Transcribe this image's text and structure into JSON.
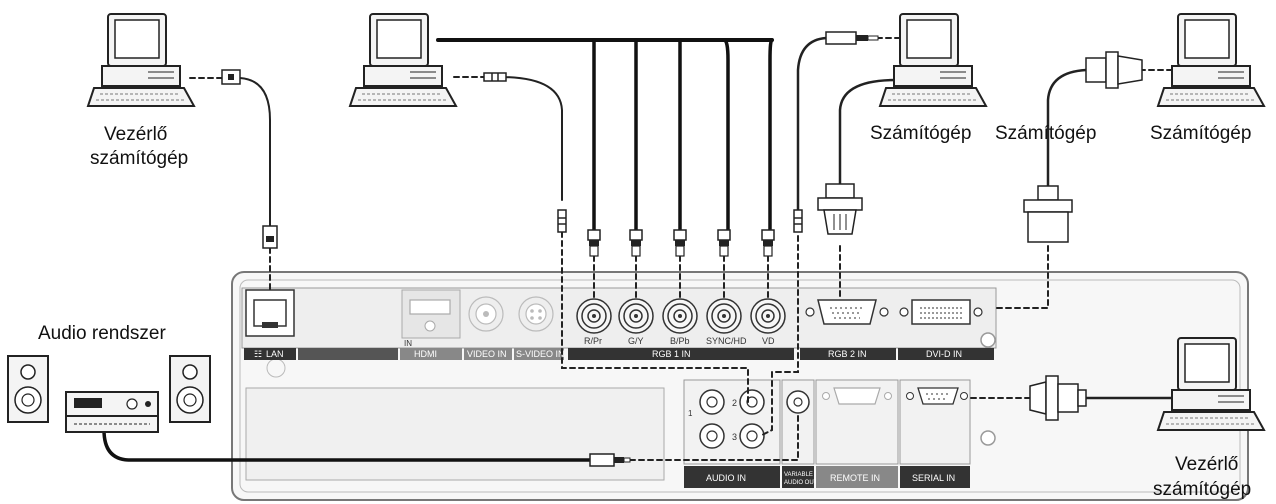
{
  "labels": {
    "control_pc_left_line1": "Vezérlő",
    "control_pc_left_line2": "számítógép",
    "computer_1": "Számítógép",
    "computer_2": "Számítógép",
    "computer_3": "Számítógép",
    "audio_system": "Audio rendszer",
    "control_pc_right_line1": "Vezérlő",
    "control_pc_right_line2": "számítógép"
  },
  "ports": {
    "lan": "LAN",
    "hdmi": "HDMI",
    "hdmi_in": "IN",
    "video_in": "VIDEO IN",
    "svideo_in": "S-VIDEO IN",
    "rgb1_in": "RGB 1 IN",
    "rgb2_in": "RGB 2 IN",
    "dvid_in": "DVI-D IN",
    "audio_in": "AUDIO IN",
    "variable_audio_out_line1": "VARIABLE",
    "variable_audio_out_line2": "AUDIO OUT",
    "remote_in": "REMOTE IN",
    "serial_in": "SERIAL IN",
    "bnc_rpr": "R/Pr",
    "bnc_gy": "G/Y",
    "bnc_bpb": "B/Pb",
    "bnc_synchd": "SYNC/HD",
    "bnc_vd": "VD",
    "audio_num_1": "1",
    "audio_num_2": "2",
    "audio_num_3": "3"
  }
}
